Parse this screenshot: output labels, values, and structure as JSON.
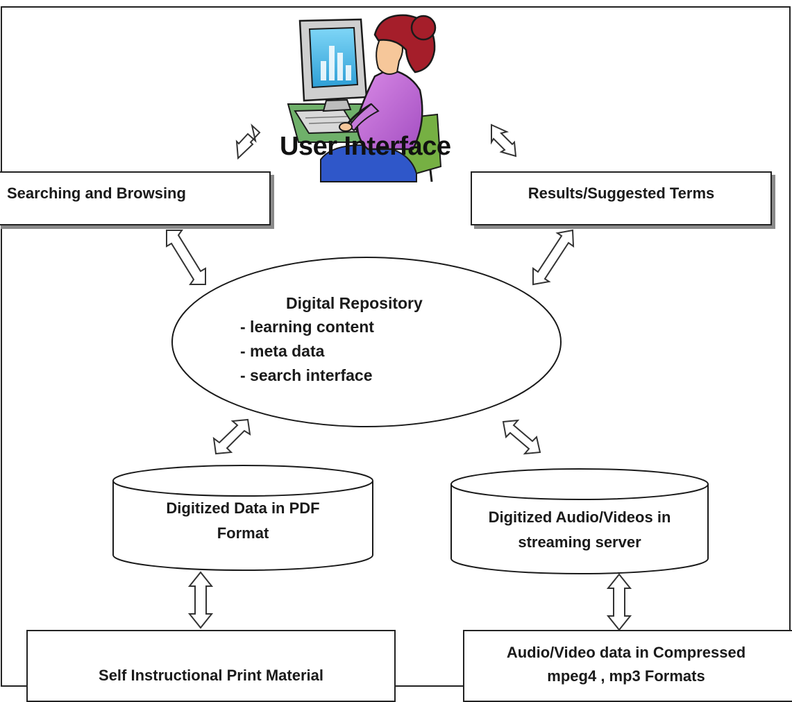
{
  "user_interface": {
    "label": "User Interface"
  },
  "boxes": {
    "search": {
      "label": "Searching and Browsing"
    },
    "results": {
      "label": "Results/Suggested Terms"
    },
    "print": {
      "label": "Self Instructional Print Material"
    },
    "av": {
      "line1": "Audio/Video data in Compressed",
      "line2": "mpeg4 , mp3 Formats"
    }
  },
  "repository": {
    "title": "Digital Repository",
    "items": [
      "- learning content",
      "- meta data",
      "- search interface"
    ]
  },
  "databases": {
    "pdf": {
      "line1": "Digitized Data in PDF",
      "line2": "Format"
    },
    "streaming": {
      "line1": "Digitized Audio/Videos in",
      "line2": "streaming server"
    }
  }
}
